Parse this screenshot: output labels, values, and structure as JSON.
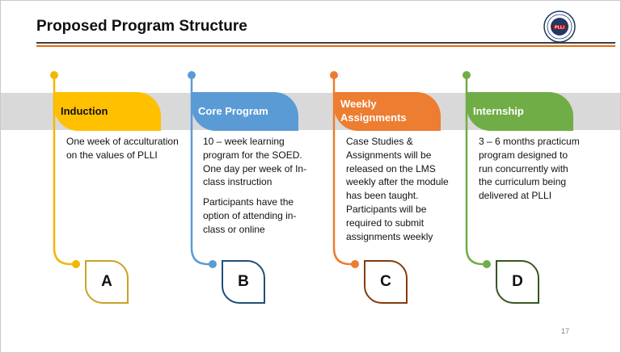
{
  "slide": {
    "title": "Proposed Program Structure",
    "logo_text": "PLLI",
    "page_number": "17"
  },
  "stages": [
    {
      "header": "Induction",
      "color": "#ffc000",
      "paragraphs": [
        "One week of acculturation on the values of PLLI"
      ],
      "letter": "A"
    },
    {
      "header": "Core Program",
      "color": "#5b9bd5",
      "paragraphs": [
        "10 – week learning program for the SOED. One day per week of In-class instruction",
        "Participants have the option of attending in-class or online"
      ],
      "letter": "B"
    },
    {
      "header": "Weekly Assignments",
      "color": "#ed7d31",
      "paragraphs": [
        "Case Studies & Assignments will be released on the LMS weekly after the module has been taught.  Participants will be required to submit assignments weekly"
      ],
      "letter": "C"
    },
    {
      "header": "Internship",
      "color": "#70ad47",
      "paragraphs": [
        "3 – 6 months practicum program designed to run concurrently with the curriculum being delivered at PLLI"
      ],
      "letter": "D"
    }
  ],
  "colors": {
    "band": "#d9d9d9",
    "rule_dark": "#3a3f4a",
    "rule_accent": "#e46c0a",
    "connector_colors": [
      "#f2b705",
      "#5b9bd5",
      "#ed7d31",
      "#70ad47"
    ],
    "box_borders": [
      "#c9a227",
      "#1f4e79",
      "#843c0c",
      "#375623"
    ]
  }
}
